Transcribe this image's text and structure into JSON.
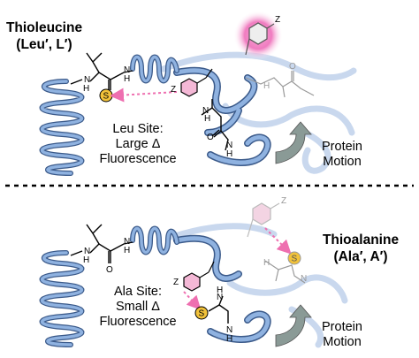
{
  "top_panel": {
    "title_line1": "Thioleucine",
    "title_line2": "(Leu′, L′)",
    "site_line1": "Leu Site:",
    "site_line2": "Large Δ",
    "site_line3": "Fluorescence",
    "motion_line1": "Protein",
    "motion_line2": "Motion"
  },
  "bottom_panel": {
    "title_line1": "Thioalanine",
    "title_line2": "(Ala′, A′)",
    "site_line1": "Ala Site:",
    "site_line2": "Small Δ",
    "site_line3": "Fluorescence",
    "motion_line1": "Protein",
    "motion_line2": "Motion"
  },
  "atoms": {
    "sulfur": "S",
    "amine": "H",
    "nitrogen": "N",
    "oxygen": "O",
    "substituent": "Z"
  },
  "colors": {
    "helix": "#8fb2e0",
    "helix_edge": "#3b5a8a",
    "sulfur": "#f2c23a",
    "fluorophore": "#e46fa6",
    "arrow": "#ee6fb0",
    "motion_arrow": "#8a9a96"
  }
}
